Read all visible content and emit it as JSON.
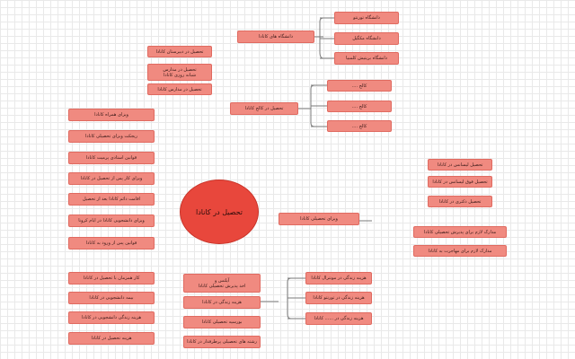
{
  "diagram": {
    "center": {
      "label": "تحصیل در کانادا"
    },
    "nodes": [
      {
        "id": "n01",
        "label": "دانشگاه های کانادا"
      },
      {
        "id": "n02",
        "label": "دانشگاه تورنتو"
      },
      {
        "id": "n03",
        "label": "دانشگاه مکگیل"
      },
      {
        "id": "n04",
        "label": "دانشگاه بریتیش کلمبیا"
      },
      {
        "id": "n05",
        "label": "تحصیل در دبیرستان کانادا"
      },
      {
        "id": "n06",
        "label": "تحصیل در مدارس\nشبانه روزی کانادا"
      },
      {
        "id": "n07",
        "label": "تحصیل در مدارس کانادا"
      },
      {
        "id": "n08",
        "label": "تحصیل در کالج کانادا"
      },
      {
        "id": "n09",
        "label": "کالج ...."
      },
      {
        "id": "n10",
        "label": "کالج ...."
      },
      {
        "id": "n11",
        "label": "کالج ...."
      },
      {
        "id": "n12",
        "label": "ویزای همراه کانادا"
      },
      {
        "id": "n13",
        "label": "ریجکت ویزای تحصیلی کانادا"
      },
      {
        "id": "n14",
        "label": "قوانین استادی پرمیت کانادا"
      },
      {
        "id": "n15",
        "label": "ویزای کار پس از تحصیل در کانادا"
      },
      {
        "id": "n16",
        "label": "اقامت دائم کانادا بعد از تحصیل"
      },
      {
        "id": "n17",
        "label": "ویزای دانشجویی کانادا در ایام کرونا"
      },
      {
        "id": "n18",
        "label": "قوانین پس از ورود به کانادا"
      },
      {
        "id": "n19",
        "label": "ویزای تحصیلی کانادا"
      },
      {
        "id": "n20",
        "label": "تحصیل لیسانس در کانادا"
      },
      {
        "id": "n21",
        "label": "تحصیل فوق لیسانس در کانادا"
      },
      {
        "id": "n22",
        "label": "تحصیل دکتری در کانادا"
      },
      {
        "id": "n23",
        "label": "مدارک لازم برای پذیرش تحصیلی کانادا"
      },
      {
        "id": "n24",
        "label": "مدارک لازم برای مهاجرت به کانادا"
      },
      {
        "id": "n25",
        "label": "کار همزمان با تحصیل در کانادا"
      },
      {
        "id": "n26",
        "label": "بیمه دانشجویی در کانادا"
      },
      {
        "id": "n27",
        "label": "هزینه زندگی دانشجویی در کانادا"
      },
      {
        "id": "n28",
        "label": "هزینه تحصیل در کانادا"
      },
      {
        "id": "n29",
        "label": "آیلتس و\nاخذ پذیرش تحصیلی کانادا"
      },
      {
        "id": "n30",
        "label": "هزینه زندگی در کانادا"
      },
      {
        "id": "n31",
        "label": "بورسیه تحصیلی کانادا"
      },
      {
        "id": "n32",
        "label": "رشته های تحصیلی پرطرفدار در کانادا"
      },
      {
        "id": "n33",
        "label": "هزینه زندگی در مونترال کانادا"
      },
      {
        "id": "n34",
        "label": "هزینه زندگی در تورنتو کانادا"
      },
      {
        "id": "n35",
        "label": "هزینه زندگی در ...... کانادا"
      }
    ]
  }
}
